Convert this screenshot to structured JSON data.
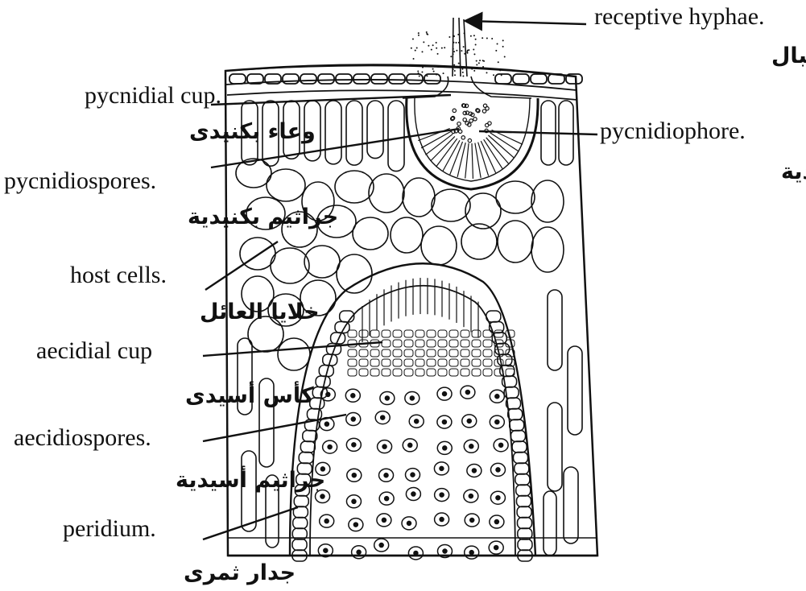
{
  "labels": {
    "receptive_hyphae": {
      "en": "receptive hyphae.",
      "ar": "هيفات استقبال"
    },
    "pycnidial_cup": {
      "en": "pycnidial cup.",
      "ar": "وعاء بكنيدى"
    },
    "pycnidiophore": {
      "en": "pycnidiophore.",
      "ar": "حوامل بكنيدية"
    },
    "pycnidiospores": {
      "en": "pycnidiospores.",
      "ar": "جراثيم بكنيدية"
    },
    "host_cells": {
      "en": "host cells.",
      "ar": "خلايا العائل"
    },
    "aecidial_cup": {
      "en": "aecidial cup",
      "ar": "كأس أسيدى"
    },
    "aecidiospores": {
      "en": "aecidiospores.",
      "ar": "جراثيم أسيدية"
    },
    "peridium": {
      "en": "peridium.",
      "ar": "جدار ثمرى"
    }
  },
  "colors": {
    "ink": "#111111",
    "paper": "#ffffff"
  }
}
